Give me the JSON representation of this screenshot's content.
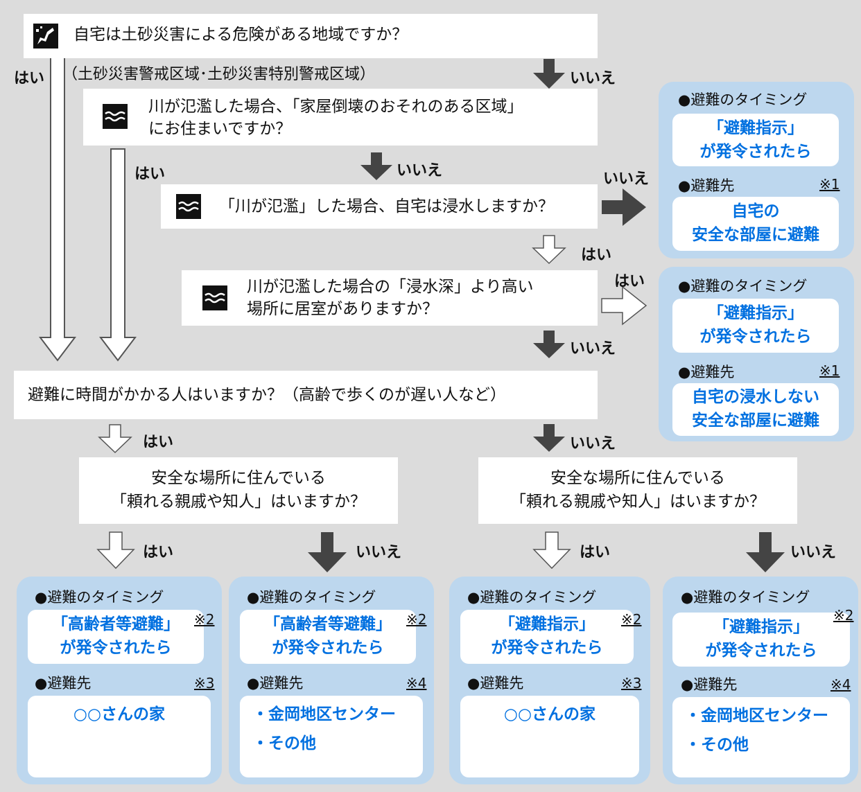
{
  "q1": "自宅は土砂災害による危険がある地域ですか？",
  "q1_note": "（土砂災害警戒区域･土砂災害特別警戒区域）",
  "q2_line1": "川が氾濫した場合、「家屋倒壊のおそれのある区域」",
  "q2_line2": "にお住まいですか？",
  "q3": "「川が氾濫」した場合、自宅は浸水しますか？",
  "q4_line1": "川が氾濫した場合の「浸水深」より高い",
  "q4_line2": "場所に居室がありますか？",
  "q5": "避難に時間がかかる人はいますか？（高齢で歩くのが遅い人など）",
  "q6_line1": "安全な場所に住んでいる",
  "q6_line2": "「頼れる親戚や知人」はいますか？",
  "yes": "はい",
  "no": "いいえ",
  "timing_title": "●避難のタイミング",
  "dest_title": "●避難先",
  "panel_top": {
    "timing1": "「避難指示」",
    "timing2": "が発令されたら",
    "note": "※1",
    "dest1": "自宅の",
    "dest2": "安全な部屋に避難"
  },
  "panel_mid": {
    "timing1": "「避難指示」",
    "timing2": "が発令されたら",
    "note": "※1",
    "dest1": "自宅の浸水しない",
    "dest2": "安全な部屋に避難"
  },
  "bottom_panels": [
    {
      "timing1": "「高齢者等避難」",
      "timing2": "が発令されたら",
      "note_t": "※2",
      "note_d": "※3",
      "dest1": "○○さんの家",
      "dest2": ""
    },
    {
      "timing1": "「高齢者等避難」",
      "timing2": "が発令されたら",
      "note_t": "※2",
      "note_d": "※4",
      "dest1": "・金岡地区センター",
      "dest2": "・その他"
    },
    {
      "timing1": "「避難指示」",
      "timing2": "が発令されたら",
      "note_t": "※2",
      "note_d": "※3",
      "dest1": "○○さんの家",
      "dest2": ""
    },
    {
      "timing1": "「避難指示」",
      "timing2": "が発令されたら",
      "note_t": "※2",
      "note_d": "※4",
      "dest1": "・金岡地区センター",
      "dest2": "・その他"
    }
  ]
}
